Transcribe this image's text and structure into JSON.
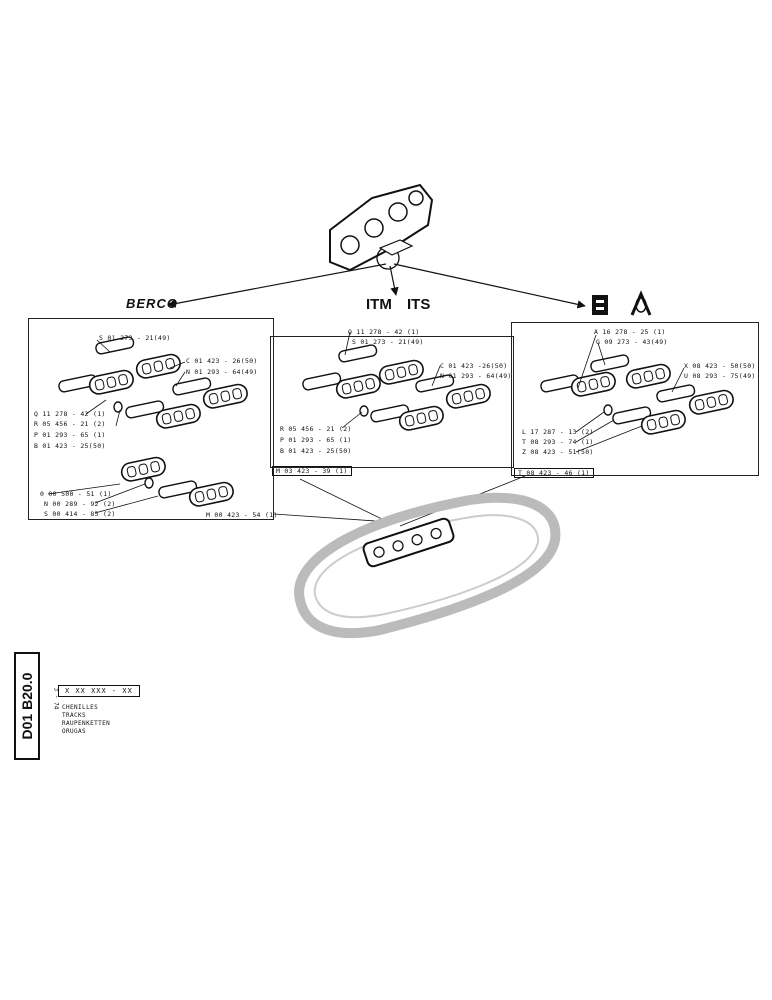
{
  "brands": {
    "berco": "BERCO",
    "itm": "ITM",
    "its": "ITS"
  },
  "panel_left": {
    "labels": [
      "S 01 273 - 21(49)",
      "C 01 423 - 26(50)",
      "N 01 293 - 64(49)",
      "Q 11 278 - 42 (1)",
      "R 05 456 - 21 (2)",
      "P 01 293 - 65 (1)",
      "B 01 423 - 25(50)",
      "0 00 500 - 51 (1)",
      "N 00 289 - 92 (2)",
      "S 00 414 - 85 (2)",
      "M 00 423 - 54 (1)"
    ]
  },
  "panel_middle": {
    "labels": [
      "Q 11 278 - 42 (1)",
      "S 01 273 - 21(49)",
      "C 01 423 -26(50)",
      "N 01 293 - 64(49)",
      "R 05 456 - 21 (2)",
      "P 01 293 - 65 (1)",
      "B 01 423 - 25(50)",
      "M 03 423 - 39 (1)"
    ]
  },
  "panel_right": {
    "labels": [
      "A 16 278 - 25 (1)",
      "G 09 273 - 43(49)",
      "X 08 423 - 50(50)",
      "U 08 293 - 75(49)",
      "L 17 287 - 13 (2)",
      "T 08 293 - 74 (1)",
      "Z 08 423 - 51(50)",
      "T 08 423 - 46 (1)"
    ]
  },
  "titleblock": {
    "doc_id": "D01 B20.0",
    "date": "3 - 74",
    "ref": "X XX XXX - XX",
    "lines": [
      "CHENILLES",
      "TRACKS",
      "RAUPENKETTEN",
      "ORUGAS"
    ]
  }
}
